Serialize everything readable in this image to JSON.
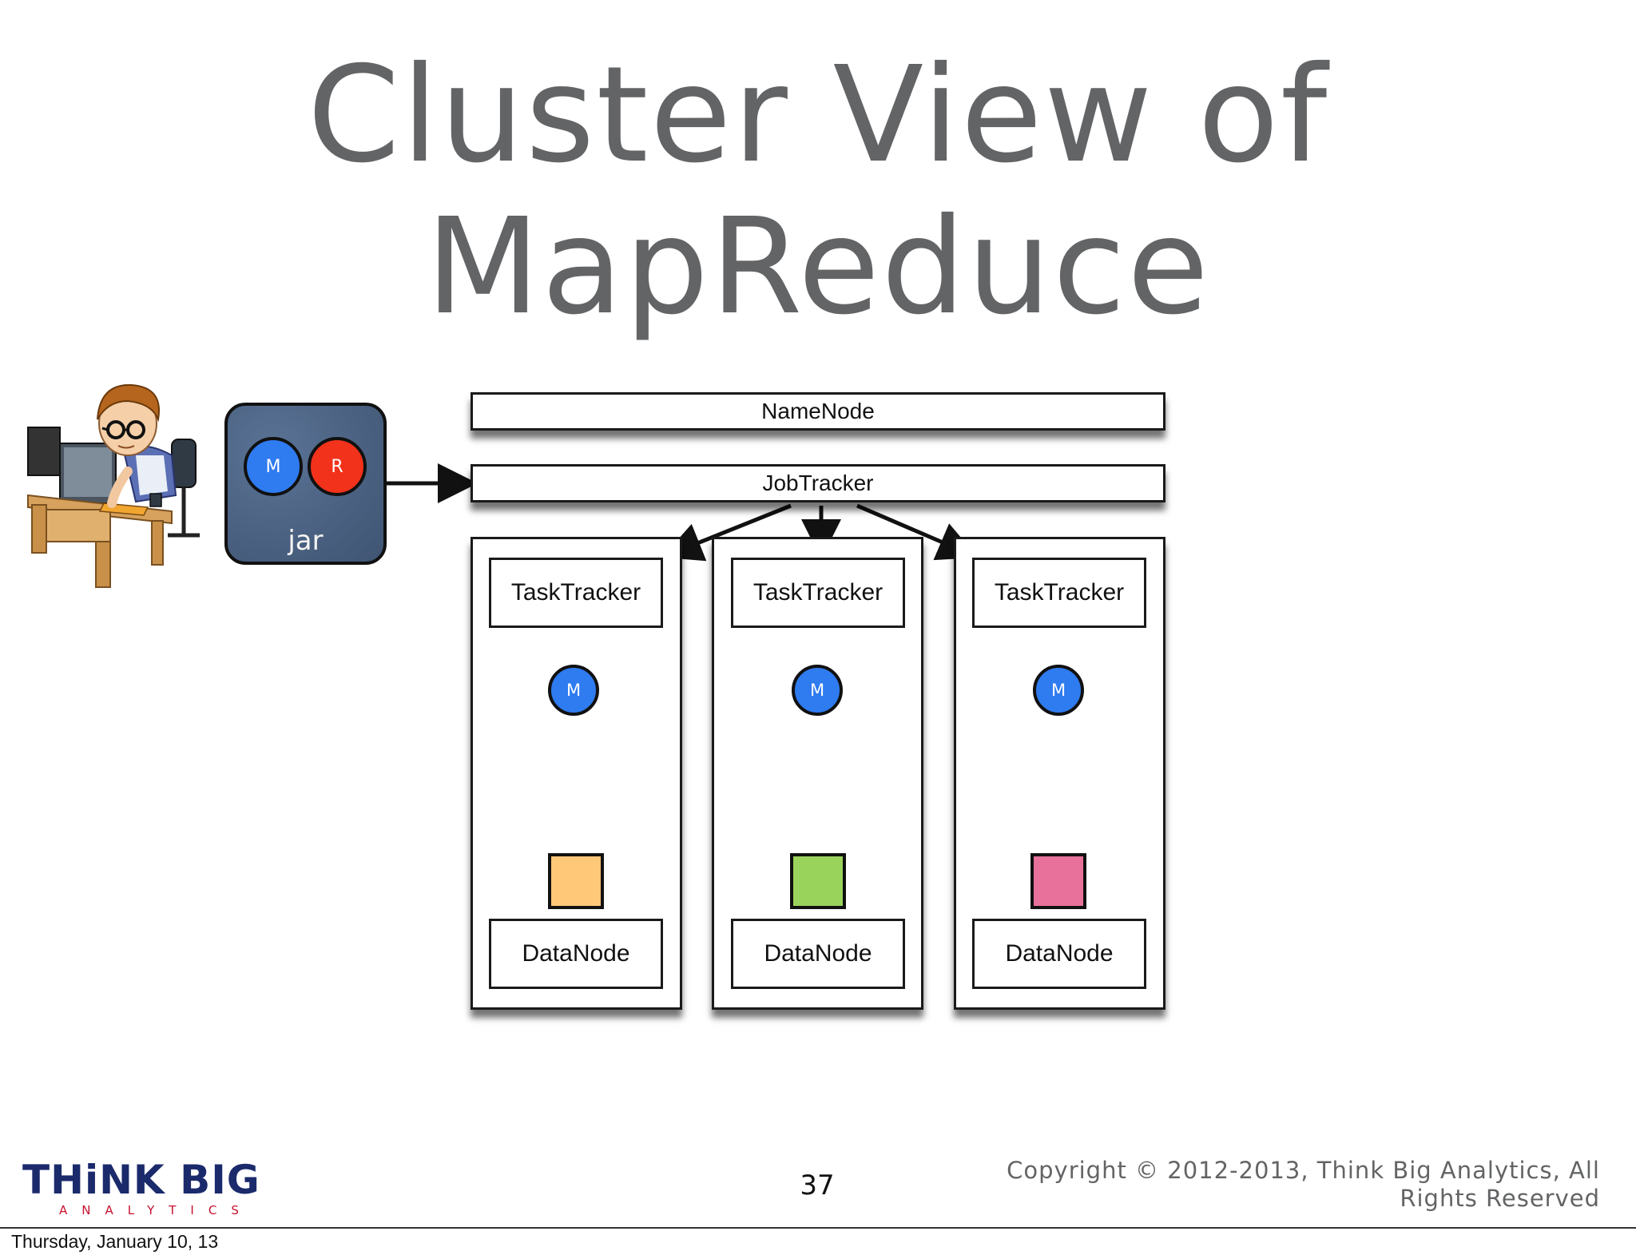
{
  "slide": {
    "title_line1": "Cluster View of",
    "title_line2": "MapReduce",
    "page_number": "37",
    "copyright_line1": "Copyright © 2012-2013, Think Big Analytics, All",
    "copyright_line2": "Rights Reserved",
    "logo_main": "THiNK BIG",
    "logo_sub": "ANALYTICS"
  },
  "diagram": {
    "jar": {
      "label": "jar",
      "map_label": "M",
      "reduce_label": "R"
    },
    "namenode": "NameNode",
    "jobtracker": "JobTracker",
    "nodes": [
      {
        "tasktracker": "TaskTracker",
        "task": "M",
        "datanode": "DataNode",
        "block_color": "#ffc878"
      },
      {
        "tasktracker": "TaskTracker",
        "task": "M",
        "datanode": "DataNode",
        "block_color": "#9ad35c"
      },
      {
        "tasktracker": "TaskTracker",
        "task": "M",
        "datanode": "DataNode",
        "block_color": "#e8719b"
      }
    ]
  },
  "colors": {
    "map": "#2f7bf0",
    "reduce": "#f2321b",
    "title": "#636466",
    "jar_bg": "#4e6585"
  },
  "footer": {
    "date": "Thursday, January 10, 13"
  }
}
